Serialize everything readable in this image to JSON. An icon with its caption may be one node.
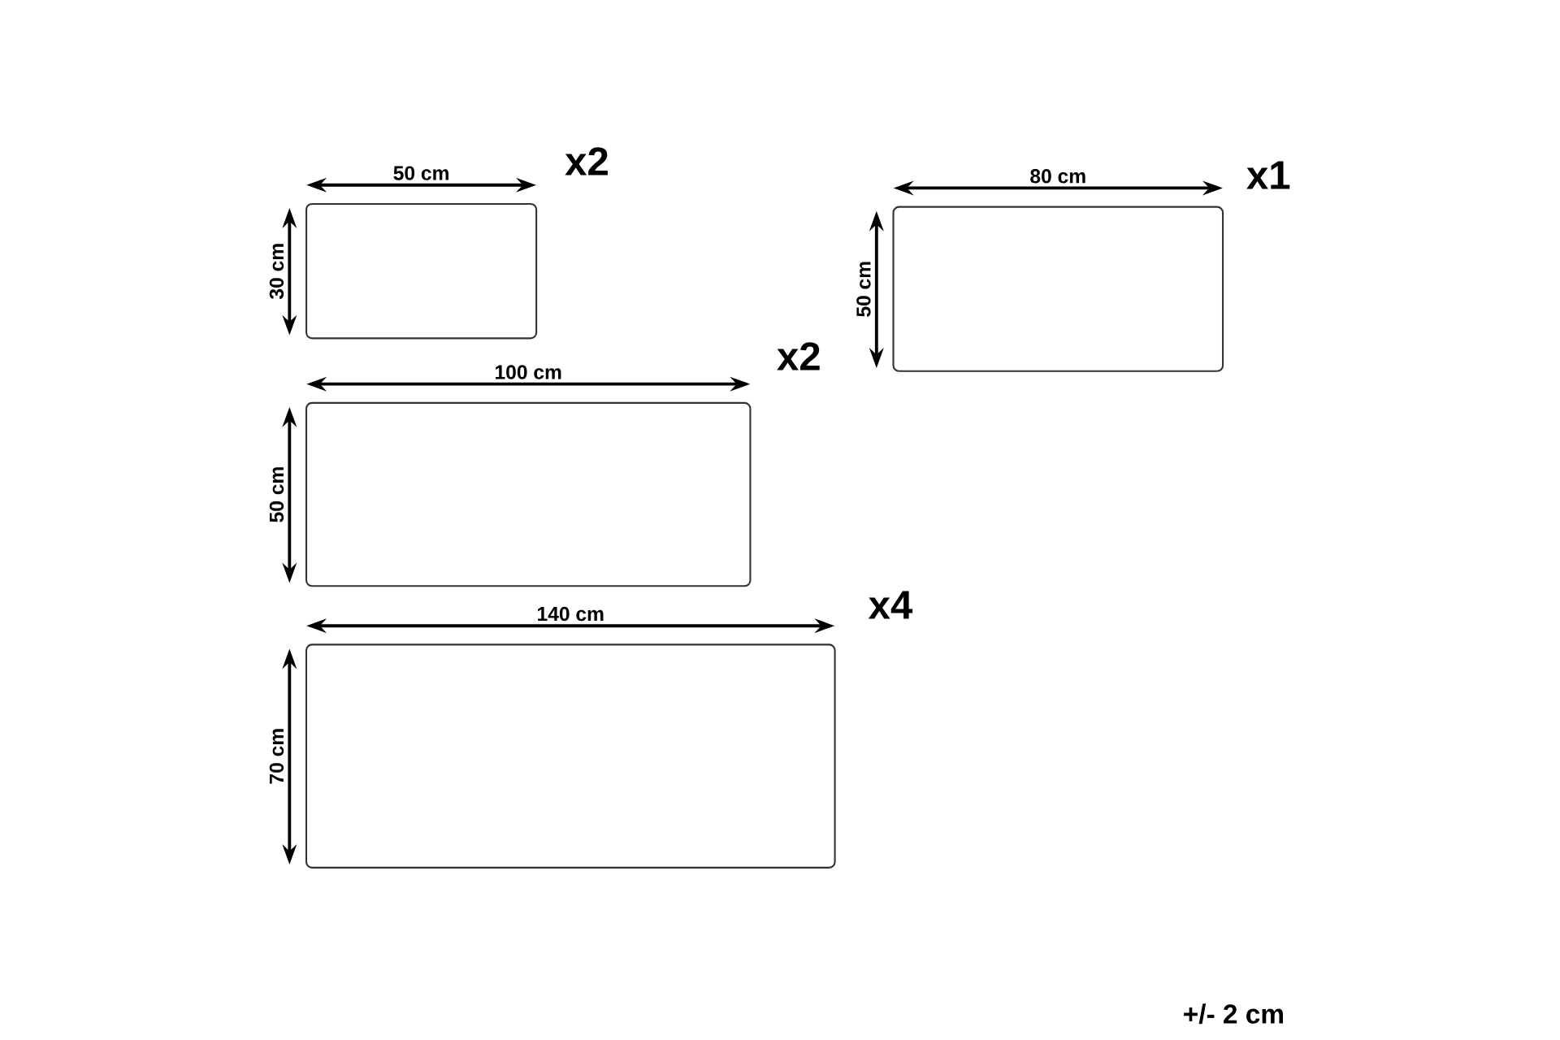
{
  "diagram": {
    "nodes": [
      {
        "text": [],
        "shape": "box",
        "beside": [
          "50 cm",
          "30 cm",
          "x2"
        ]
      },
      {
        "text": [],
        "shape": "box",
        "beside": [
          "80 cm",
          "50 cm",
          "x1"
        ]
      },
      {
        "text": [],
        "shape": "box",
        "beside": [
          "100 cm",
          "50 cm",
          "x2"
        ]
      },
      {
        "text": [],
        "shape": "box",
        "beside": [
          "140 cm",
          "70 cm",
          "x4"
        ]
      }
    ],
    "labels": [
      "+/- 2 cm"
    ]
  }
}
